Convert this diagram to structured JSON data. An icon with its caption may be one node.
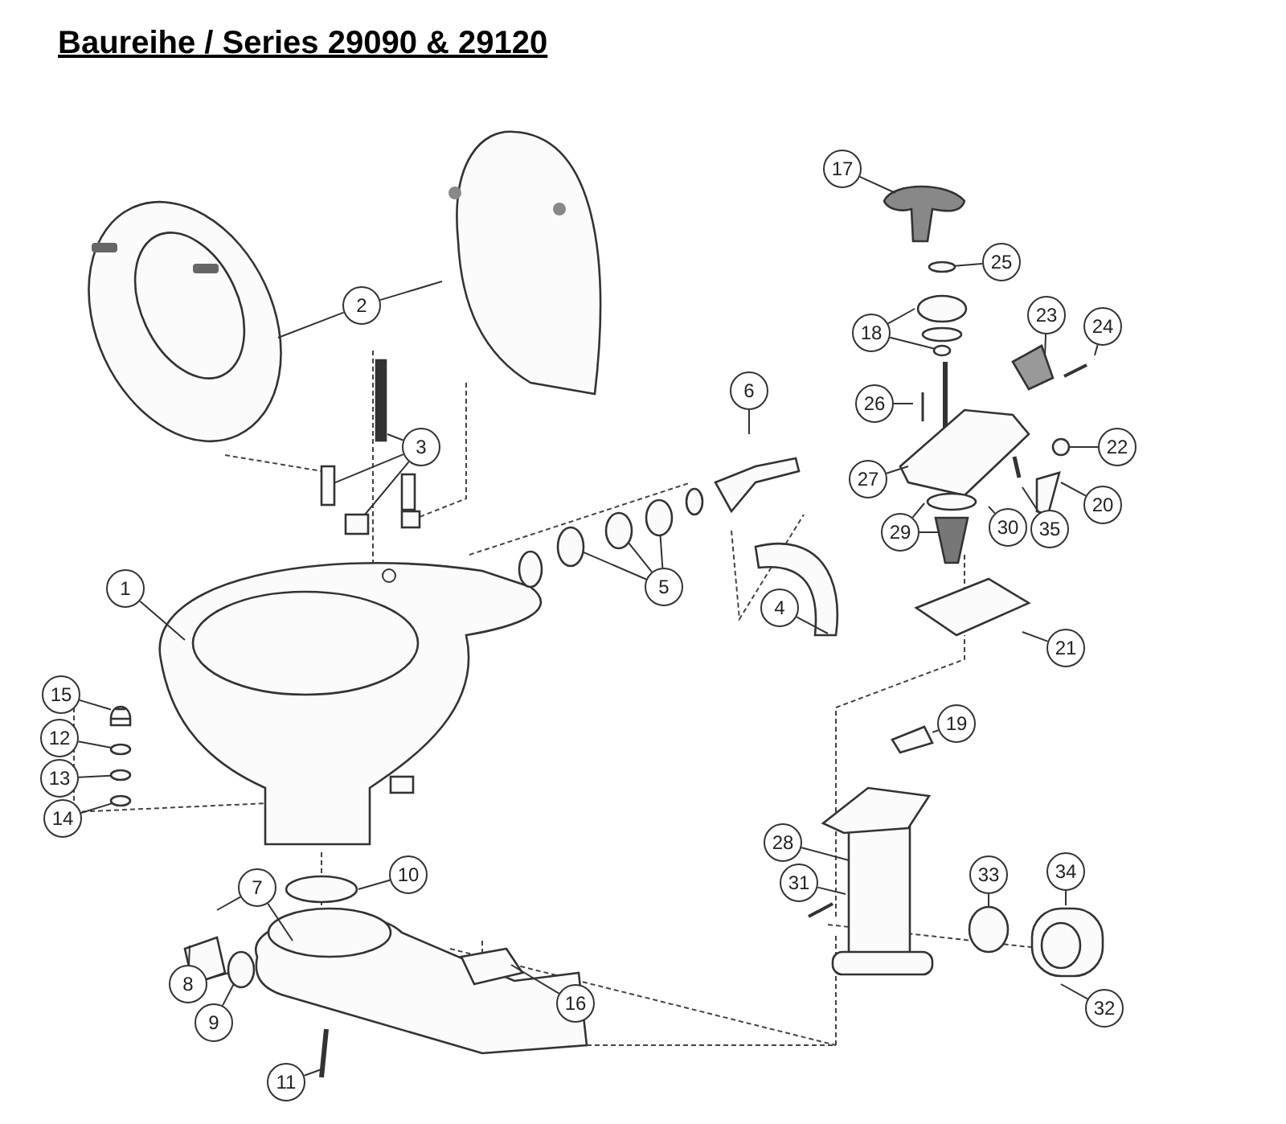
{
  "diagram": {
    "title": "Baureihe / Series 29090 & 29120",
    "nodes": [
      {
        "text": [
          "1"
        ]
      },
      {
        "text": [
          "2"
        ]
      },
      {
        "text": [
          "3"
        ]
      },
      {
        "text": [
          "4"
        ]
      },
      {
        "text": [
          "5"
        ]
      },
      {
        "text": [
          "6"
        ]
      },
      {
        "text": [
          "7"
        ]
      },
      {
        "text": [
          "8"
        ]
      },
      {
        "text": [
          "9"
        ]
      },
      {
        "text": [
          "10"
        ]
      },
      {
        "text": [
          "11"
        ]
      },
      {
        "text": [
          "12"
        ]
      },
      {
        "text": [
          "13"
        ]
      },
      {
        "text": [
          "14"
        ]
      },
      {
        "text": [
          "15"
        ]
      },
      {
        "text": [
          "16"
        ]
      },
      {
        "text": [
          "17"
        ]
      },
      {
        "text": [
          "18"
        ]
      },
      {
        "text": [
          "19"
        ]
      },
      {
        "text": [
          "20"
        ]
      },
      {
        "text": [
          "21"
        ]
      },
      {
        "text": [
          "22"
        ]
      },
      {
        "text": [
          "23"
        ]
      },
      {
        "text": [
          "24"
        ]
      },
      {
        "text": [
          "25"
        ]
      },
      {
        "text": [
          "26"
        ]
      },
      {
        "text": [
          "27"
        ]
      },
      {
        "text": [
          "28"
        ]
      },
      {
        "text": [
          "29"
        ]
      },
      {
        "text": [
          "30"
        ]
      },
      {
        "text": [
          "31"
        ]
      },
      {
        "text": [
          "32"
        ]
      },
      {
        "text": [
          "33"
        ]
      },
      {
        "text": [
          "34"
        ]
      },
      {
        "text": [
          "35"
        ]
      },
      {
        "text": [],
        "shape": "box"
      },
      {
        "text": [],
        "shape": "box"
      },
      {
        "text": [],
        "shape": "circle"
      },
      {
        "text": [],
        "shape": "circle"
      },
      {
        "text": [],
        "shape": "circle"
      },
      {
        "text": [],
        "shape": "circle"
      },
      {
        "text": [],
        "shape": "picture"
      },
      {
        "text": [],
        "shape": "circle"
      },
      {
        "text": [],
        "shape": "circle"
      },
      {
        "text": [],
        "shape": "circle"
      },
      {
        "text": [],
        "shape": "circle"
      },
      {
        "text": [],
        "shape": "picture"
      },
      {
        "text": [],
        "shape": "circle"
      },
      {
        "text": [],
        "shape": "circle"
      }
    ],
    "edges": [
      {
        "from": 0,
        "to": null,
        "arrow": "none"
      },
      {
        "from": 1,
        "to": null,
        "arrow": "none"
      },
      {
        "from": 1,
        "to": null,
        "arrow": "none"
      },
      {
        "from": 2,
        "to": null,
        "arrow": "none"
      },
      {
        "from": 2,
        "to": 35,
        "arrow": "none"
      },
      {
        "from": 2,
        "to": 36,
        "arrow": "none"
      },
      {
        "from": 3,
        "to": null,
        "arrow": "none"
      },
      {
        "from": 4,
        "to": 37,
        "arrow": "none"
      },
      {
        "from": 4,
        "to": 38,
        "arrow": "none"
      },
      {
        "from": 4,
        "to": 39,
        "arrow": "none"
      },
      {
        "from": 5,
        "to": null,
        "arrow": "none"
      },
      {
        "from": 6,
        "to": null,
        "arrow": "none"
      },
      {
        "from": 6,
        "to": null,
        "arrow": "none"
      },
      {
        "from": 7,
        "to": null,
        "arrow": "none"
      },
      {
        "from": 7,
        "to": 40,
        "arrow": "none"
      },
      {
        "from": 8,
        "to": 40,
        "arrow": "none"
      },
      {
        "from": 9,
        "to": null,
        "arrow": "none"
      },
      {
        "from": 10,
        "to": null,
        "arrow": "none"
      },
      {
        "from": 11,
        "to": 42,
        "arrow": "none"
      },
      {
        "from": 12,
        "to": 43,
        "arrow": "none"
      },
      {
        "from": 13,
        "to": 44,
        "arrow": "none"
      },
      {
        "from": 14,
        "to": 41,
        "arrow": "none"
      },
      {
        "from": 15,
        "to": null,
        "arrow": "none"
      },
      {
        "from": 16,
        "to": null,
        "arrow": "none"
      },
      {
        "from": 17,
        "to": null,
        "arrow": "none"
      },
      {
        "from": 17,
        "to": 45,
        "arrow": "none"
      },
      {
        "from": 18,
        "to": 46,
        "arrow": "none"
      },
      {
        "from": 19,
        "to": null,
        "arrow": "none"
      },
      {
        "from": 20,
        "to": null,
        "arrow": "none"
      },
      {
        "from": 21,
        "to": 47,
        "arrow": "none"
      },
      {
        "from": 22,
        "to": null,
        "arrow": "none"
      },
      {
        "from": 23,
        "to": null,
        "arrow": "none"
      },
      {
        "from": 24,
        "to": 48,
        "arrow": "none"
      },
      {
        "from": 25,
        "to": null,
        "arrow": "none"
      },
      {
        "from": 26,
        "to": null,
        "arrow": "none"
      },
      {
        "from": 27,
        "to": null,
        "arrow": "none"
      },
      {
        "from": 28,
        "to": null,
        "arrow": "none"
      },
      {
        "from": 28,
        "to": null,
        "arrow": "none"
      },
      {
        "from": 29,
        "to": null,
        "arrow": "none"
      },
      {
        "from": 30,
        "to": null,
        "arrow": "none"
      },
      {
        "from": 31,
        "to": null,
        "arrow": "none"
      },
      {
        "from": 32,
        "to": null,
        "arrow": "none"
      },
      {
        "from": 33,
        "to": null,
        "arrow": "none"
      },
      {
        "from": 34,
        "to": null,
        "arrow": "none"
      }
    ]
  }
}
